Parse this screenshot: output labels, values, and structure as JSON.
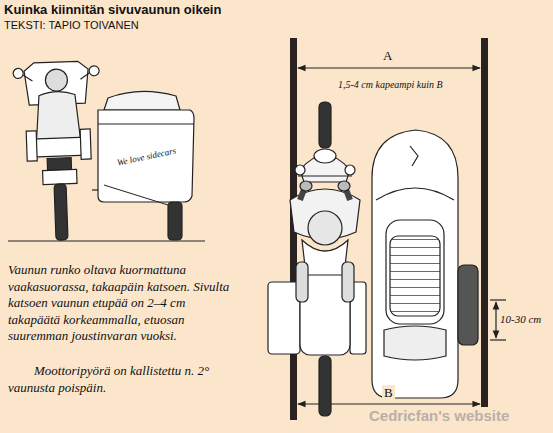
{
  "diagram": {
    "title": "Kuinka kiinnitän sivuvaunun oikein",
    "labels": [
      "TEKSTI: TAPIO TOIVANEN",
      "We love sidecars",
      "Vaunun runko oltava kuormattuna vaakasuorassa, takaapäin katsoen. Sivulta katsoen vaunun etupää on 2–4 cm takapäätä korkeammalla, etuosan suuremman joustinvaran vuoksi.",
      "Moottoripyörä on kallistettu n. 2° vaunusta poispäin.",
      "A",
      "1,5-4 cm kapeampi kuin B",
      "10-30 cm",
      "B",
      "Cedricfan's website"
    ]
  }
}
